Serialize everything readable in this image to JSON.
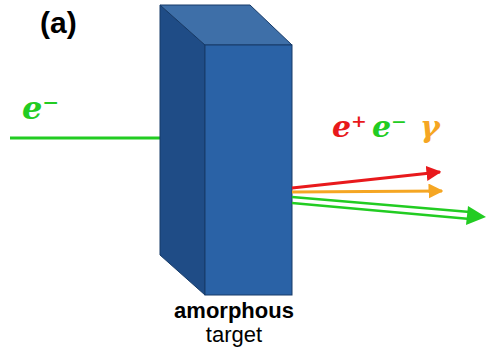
{
  "diagram": {
    "nodes": [
      {
        "text": [
          "amorphous",
          "target"
        ]
      }
    ],
    "edges": [],
    "labels": [
      "(a)",
      "e⁻",
      "e⁺",
      "e⁻",
      "γ"
    ]
  }
}
